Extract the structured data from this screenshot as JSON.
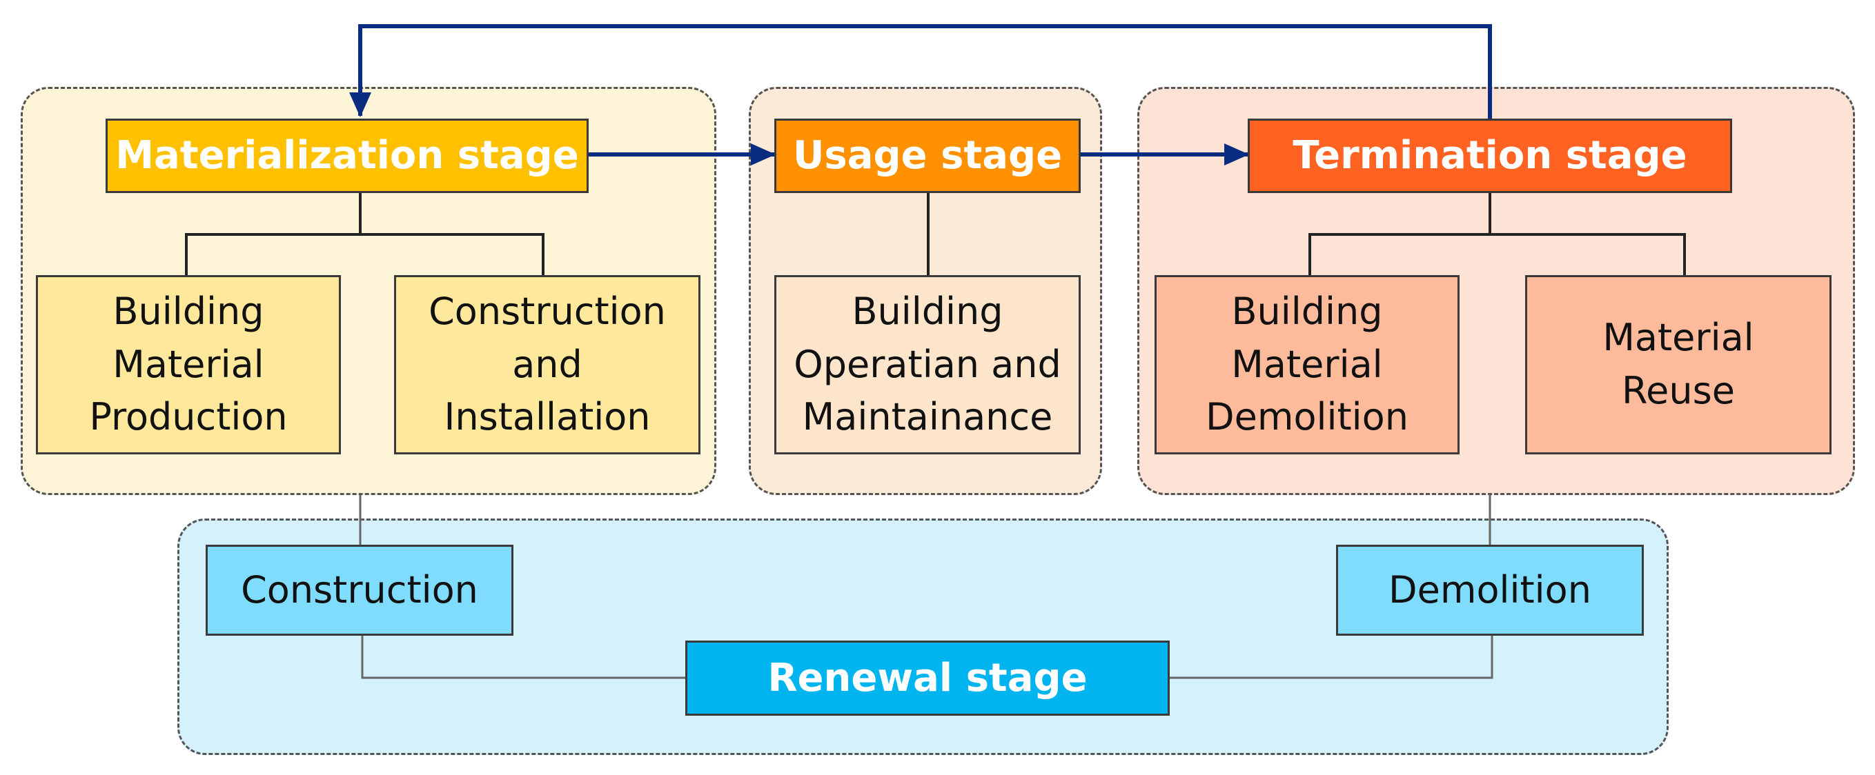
{
  "colors": {
    "materialization_group_bg": "#FEF5D9",
    "usage_group_bg": "#FCEAD9",
    "termination_group_bg": "#FCE3D6",
    "renewal_group_bg": "#D4F1FC",
    "materialization_header": "#FFC000",
    "usage_header": "#FF9000",
    "termination_header": "#FF6221",
    "renewal_header": "#00B4F0",
    "materialization_sub": "#FDE89C",
    "usage_sub": "#FDE5CB",
    "termination_sub": "#FDBB9C",
    "renewal_sub": "#7FDCFC",
    "arrow": "#0A2C80",
    "connector": "#222222",
    "renewal_connector": "#666666"
  },
  "stages": {
    "materialization": {
      "title": "Materialization stage",
      "sub_items": [
        "Building\nMaterial\nProduction",
        "Construction\nand\nInstallation"
      ]
    },
    "usage": {
      "title": "Usage stage",
      "sub_items": [
        "Building\nOperatian and\nMaintainance"
      ]
    },
    "termination": {
      "title": "Termination stage",
      "sub_items": [
        "Building\nMaterial\nDemolition",
        "Material\nReuse"
      ]
    },
    "renewal": {
      "title": "Renewal stage",
      "sub_items": [
        "Construction",
        "Demolition"
      ]
    }
  }
}
